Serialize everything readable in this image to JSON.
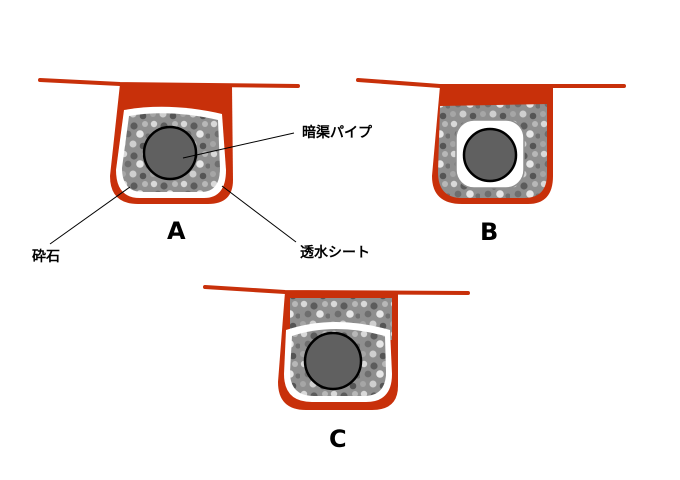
{
  "labels": {
    "pipe": "暗渠パイプ",
    "gravel": "砕石",
    "sheet": "透水シート"
  },
  "panels": {
    "a": "A",
    "b": "B",
    "c": "C"
  },
  "colors": {
    "soil": "#c8300a",
    "sheet": "#ffffff",
    "pipe": "#606060",
    "gravel_bg": "#8f8f8f"
  }
}
